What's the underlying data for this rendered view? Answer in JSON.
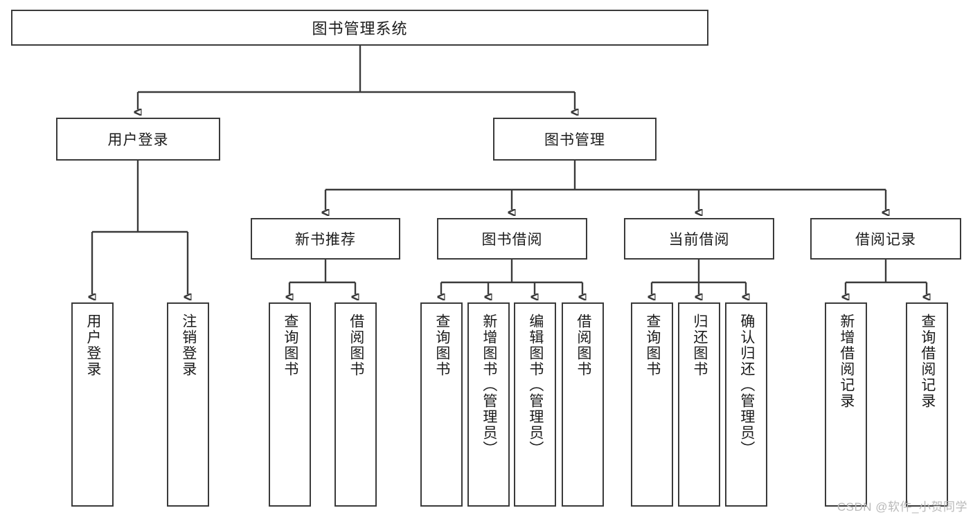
{
  "diagram": {
    "title": "图书管理系统",
    "type": "tree-hierarchy-diagram",
    "colors": {
      "box_border": "#3a3a3a",
      "box_fill": "#ffffff",
      "text": "#1b1b1b",
      "connector": "#3a3a3a",
      "watermark": "#b9b9b9"
    },
    "root": {
      "label": "图书管理系统"
    },
    "level2": [
      {
        "label": "用户登录"
      },
      {
        "label": "图书管理"
      }
    ],
    "level3": [
      {
        "label": "新书推荐"
      },
      {
        "label": "图书借阅"
      },
      {
        "label": "当前借阅"
      },
      {
        "label": "借阅记录"
      }
    ],
    "leaves": [
      {
        "label": "用户登录",
        "parent": "用户登录"
      },
      {
        "label": "注销登录",
        "parent": "用户登录"
      },
      {
        "label": "查询图书",
        "parent": "新书推荐"
      },
      {
        "label": "借阅图书",
        "parent": "新书推荐"
      },
      {
        "label": "查询图书",
        "parent": "图书借阅"
      },
      {
        "label": "新增图书（管理员）",
        "parent": "图书借阅"
      },
      {
        "label": "编辑图书（管理员）",
        "parent": "图书借阅"
      },
      {
        "label": "借阅图书",
        "parent": "图书借阅"
      },
      {
        "label": "查询图书",
        "parent": "当前借阅"
      },
      {
        "label": "归还图书",
        "parent": "当前借阅"
      },
      {
        "label": "确认归还（管理员）",
        "parent": "当前借阅"
      },
      {
        "label": "新增借阅记录",
        "parent": "借阅记录"
      },
      {
        "label": "查询借阅记录",
        "parent": "借阅记录"
      }
    ]
  },
  "watermark": {
    "text": "CSDN @软件_小贺同学"
  }
}
